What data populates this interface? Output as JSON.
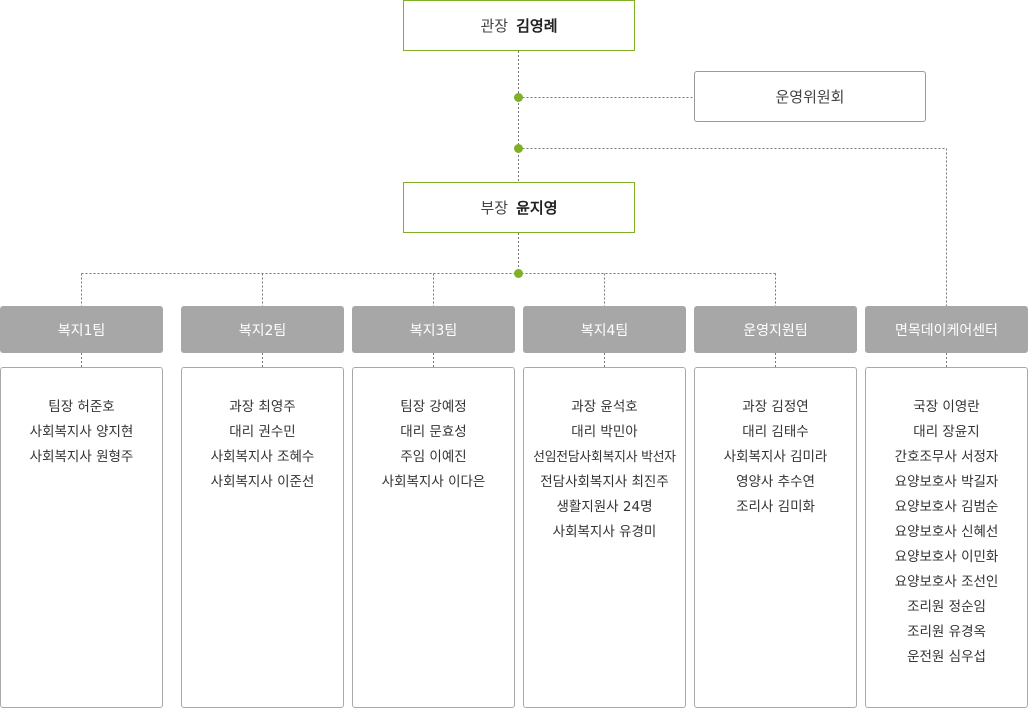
{
  "director": {
    "role": "관장",
    "name": "김영례"
  },
  "committee": {
    "label": "운영위원회"
  },
  "deputy": {
    "role": "부장",
    "name": "윤지영"
  },
  "teams": [
    {
      "title": "복지1팀",
      "members": [
        "팀장 허준호",
        "사회복지사 양지현",
        "사회복지사 원형주"
      ]
    },
    {
      "title": "복지2팀",
      "members": [
        "과장 최영주",
        "대리 권수민",
        "사회복지사 조혜수",
        "사회복지사 이준선"
      ]
    },
    {
      "title": "복지3팀",
      "members": [
        "팀장 강예정",
        "대리 문효성",
        "주임 이예진",
        "사회복지사 이다은"
      ]
    },
    {
      "title": "복지4팀",
      "members": [
        "과장 윤석호",
        "대리 박민아",
        "선임전담사회복지사 박선자",
        "전담사회복지사 최진주",
        "생활지원사 24명",
        "사회복지사 유경미"
      ]
    },
    {
      "title": "운영지원팀",
      "members": [
        "과장 김정연",
        "대리 김태수",
        "사회복지사 김미라",
        "영양사 추수연",
        "조리사 김미화"
      ]
    },
    {
      "title": "면목데이케어센터",
      "members": [
        "국장 이영란",
        "대리 장윤지",
        "간호조무사 서정자",
        "요양보호사 박길자",
        "요양보호사 김범순",
        "요양보호사 신혜선",
        "요양보호사 이민화",
        "요양보호사 조선인",
        "조리원 정순임",
        "조리원 유경옥",
        "운전원 심우섭"
      ]
    }
  ],
  "colors": {
    "accent": "#7fb027",
    "team_header": "#a7a7a7",
    "connector": "#777777"
  }
}
